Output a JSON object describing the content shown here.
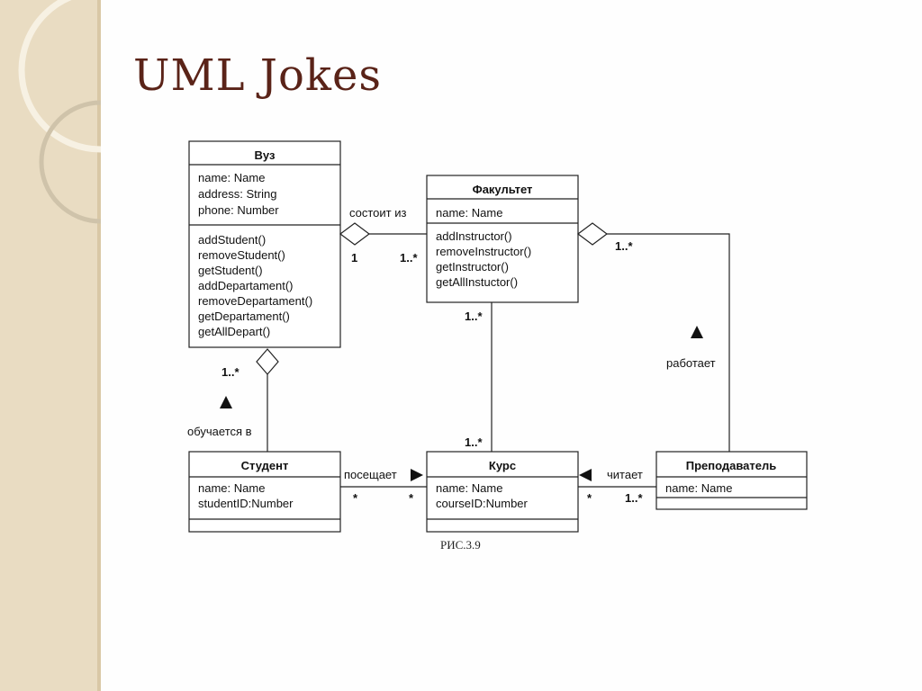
{
  "slide": {
    "title": "UML  Jokes"
  },
  "diagram": {
    "caption": "РИС.3.9",
    "classes": {
      "vuz": {
        "name": "Вуз",
        "attributes": [
          "name: Name",
          "address: String",
          "phone: Number"
        ],
        "operations": [
          "addStudent()",
          "removeStudent()",
          "getStudent()",
          "addDepartament()",
          "removeDepartament()",
          "getDepartament()",
          "getAllDepart()"
        ]
      },
      "fakultet": {
        "name": "Факультет",
        "attributes": [
          "name: Name"
        ],
        "operations": [
          "addInstructor()",
          "removeInstructor()",
          "getInstructor()",
          "getAllInstuctor()"
        ]
      },
      "student": {
        "name": "Студент",
        "attributes": [
          "name: Name",
          "studentID:Number"
        ],
        "operations": []
      },
      "kurs": {
        "name": "Курс",
        "attributes": [
          "name: Name",
          "courseID:Number"
        ],
        "operations": []
      },
      "prepodavatel": {
        "name": "Преподаватель",
        "attributes": [
          "name: Name"
        ],
        "operations": []
      }
    },
    "associations": {
      "consists_of": {
        "label": "состоит из",
        "mult_a": "1",
        "mult_b": "1..*"
      },
      "studies_in": {
        "label": "обучается в",
        "mult": "1..*"
      },
      "fak_kurs": {
        "mult_top": "1..*",
        "mult_bottom": "1..*"
      },
      "attends": {
        "label": "посещает",
        "mult_a": "*",
        "mult_b": "*"
      },
      "reads": {
        "label": "читает",
        "mult_a": "*",
        "mult_b": "1..*"
      },
      "works": {
        "label": "работает",
        "mult": "1..*"
      }
    }
  }
}
